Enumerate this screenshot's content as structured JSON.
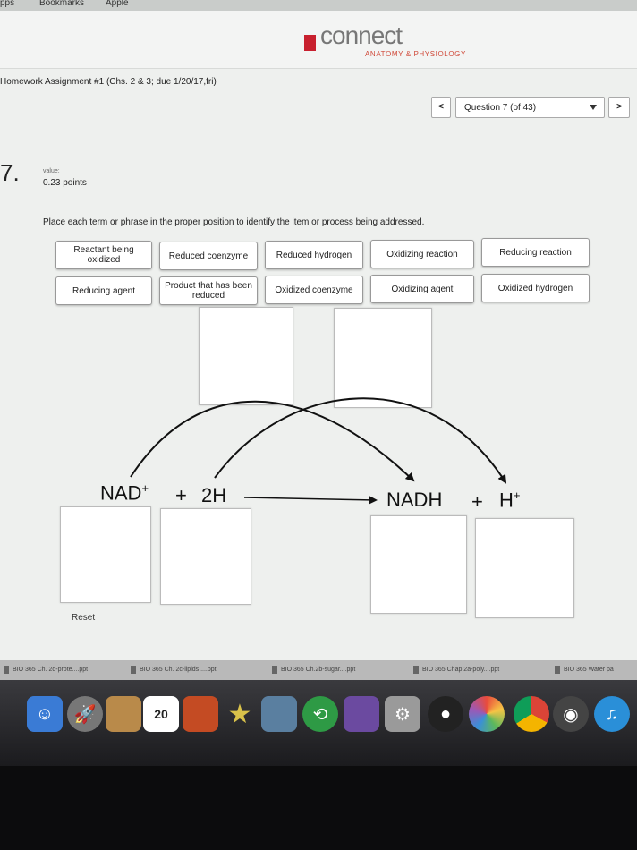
{
  "browser": {
    "bookmarks": [
      "pps",
      "Bookmarks",
      "Apple"
    ]
  },
  "brand": {
    "name": "connect",
    "subtitle": "ANATOMY & PHYSIOLOGY"
  },
  "assignment": {
    "title": "Homework Assignment #1 (Chs. 2 & 3; due 1/20/17,fri)"
  },
  "question_nav": {
    "prev_label": "<",
    "next_label": ">",
    "selected": "Question 7 (of 43)"
  },
  "question": {
    "number": "7.",
    "value_label": "value:",
    "points": "0.23 points",
    "instruction": "Place each term or phrase in the proper position to identify the item or process being addressed."
  },
  "terms": [
    "Reactant being oxidized",
    "Reduced coenzyme",
    "Reduced hydrogen",
    "Oxidizing reaction",
    "Reducing reaction",
    "Reducing agent",
    "Product that has been reduced",
    "Oxidized coenzyme",
    "Oxidizing agent",
    "Oxidized hydrogen"
  ],
  "equation": {
    "nad": "NAD",
    "plus_sign": "+",
    "two_h": "2H",
    "nadh": "NADH",
    "h": "H",
    "superscript": "+"
  },
  "reset_label": "Reset",
  "taskbar": {
    "items": [
      "BIO 365 Ch. 2d-prote....ppt",
      "BIO 365 Ch. 2c-lipids ....ppt",
      "BIO 365 Ch.2b-sugar....ppt",
      "BIO 365 Chap 2a-poly....ppt",
      "BIO 365 Water pa"
    ]
  },
  "dock": {
    "calendar_day": "20"
  }
}
